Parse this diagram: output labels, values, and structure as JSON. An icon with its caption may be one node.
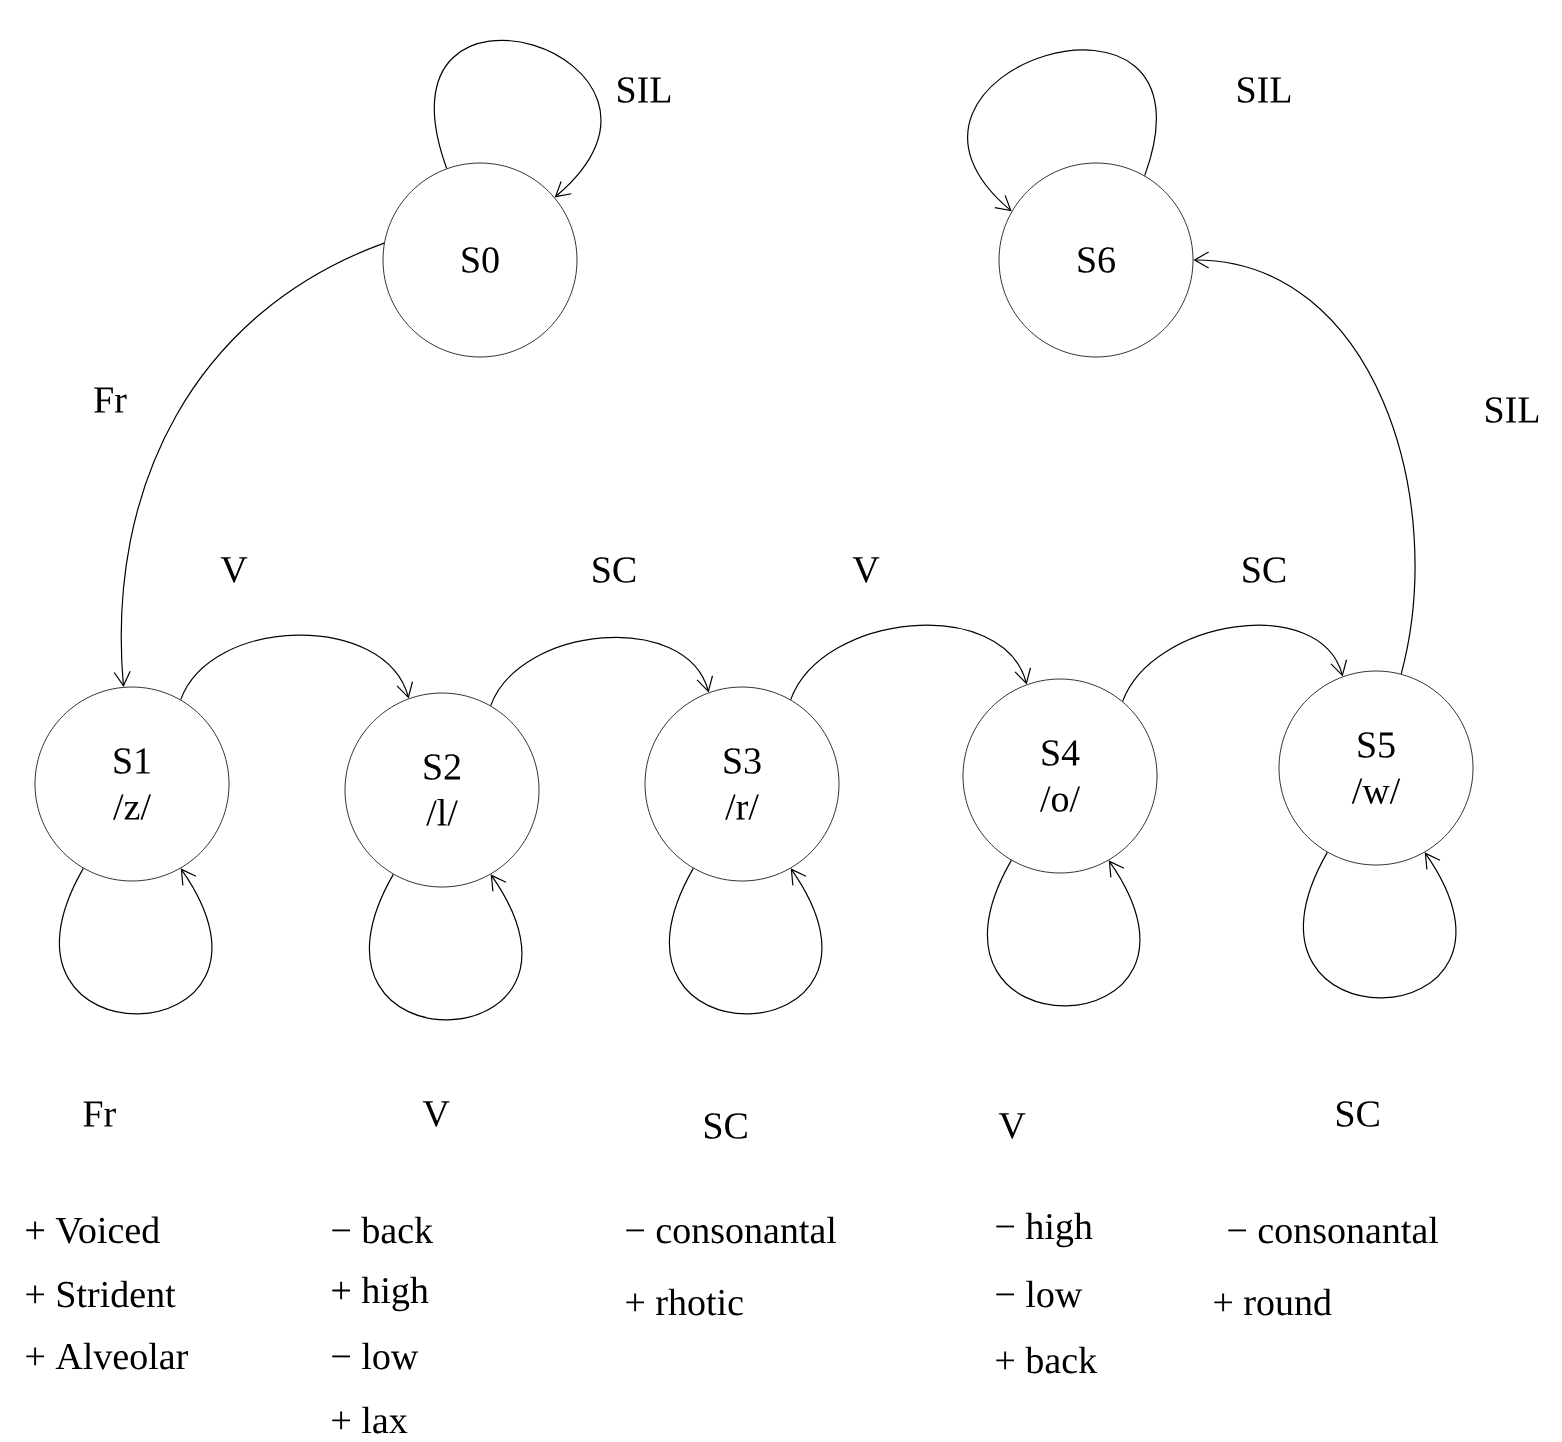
{
  "diagram": {
    "nodes": [
      {
        "text": [
          "S0"
        ]
      },
      {
        "text": [
          "S1",
          "/z/"
        ]
      },
      {
        "text": [
          "S2",
          "/l/"
        ]
      },
      {
        "text": [
          "S3",
          "/r/"
        ]
      },
      {
        "text": [
          "S4",
          "/o/"
        ]
      },
      {
        "text": [
          "S5",
          "/w/"
        ]
      },
      {
        "text": [
          "S6"
        ]
      }
    ],
    "edges": [
      {
        "from": 0,
        "to": 1,
        "arrow": "to",
        "label": "Fr"
      },
      {
        "from": 0,
        "to": 0,
        "arrow": "to",
        "label": "SIL"
      },
      {
        "from": 6,
        "to": 6,
        "arrow": "to",
        "label": "SIL"
      },
      {
        "from": 5,
        "to": 6,
        "arrow": "to",
        "label": "SIL"
      },
      {
        "from": 1,
        "to": 2,
        "arrow": "to",
        "label": "V"
      },
      {
        "from": 2,
        "to": 3,
        "arrow": "to",
        "label": "SC"
      },
      {
        "from": 3,
        "to": 4,
        "arrow": "to",
        "label": "V"
      },
      {
        "from": 4,
        "to": 5,
        "arrow": "to",
        "label": "SC"
      },
      {
        "from": 1,
        "to": 1,
        "arrow": "to"
      },
      {
        "from": 2,
        "to": 2,
        "arrow": "to"
      },
      {
        "from": 3,
        "to": 3,
        "arrow": "to"
      },
      {
        "from": 4,
        "to": 4,
        "arrow": "to"
      },
      {
        "from": 5,
        "to": 5,
        "arrow": "to"
      }
    ],
    "labels": [
      "Fr",
      "V",
      "SC",
      "V",
      "SC",
      "+ Voiced",
      "− back",
      "− consonantal",
      "− high",
      "− consonantal",
      "+ Strident",
      "+ high",
      "+ rhotic",
      "− low",
      "+ round",
      "+ Alveolar",
      "− low",
      "+ back",
      "+ lax"
    ]
  }
}
